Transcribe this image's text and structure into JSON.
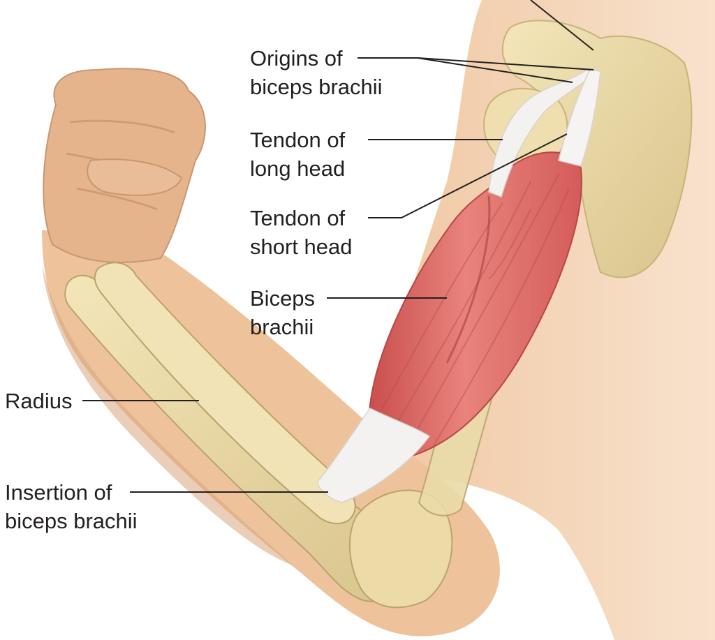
{
  "colors": {
    "skin": "#eec39c",
    "skin_shadow": "#d9a57c",
    "bone": "#ecdba7",
    "bone_shadow": "#c8b37a",
    "muscle": "#e1706b",
    "muscle_dark": "#c94f4d",
    "tendon": "#f4f2f0",
    "leader": "#231f20"
  },
  "labels": {
    "origins": {
      "line1": "Origins of",
      "line2": "biceps brachii"
    },
    "tendon_long": {
      "line1": "Tendon of",
      "line2": "long head"
    },
    "tendon_short": {
      "line1": "Tendon of",
      "line2": "short head"
    },
    "biceps": {
      "line1": "Biceps",
      "line2": "brachii"
    },
    "radius": {
      "line1": "Radius"
    },
    "insertion": {
      "line1": "Insertion of",
      "line2": "biceps brachii"
    }
  }
}
